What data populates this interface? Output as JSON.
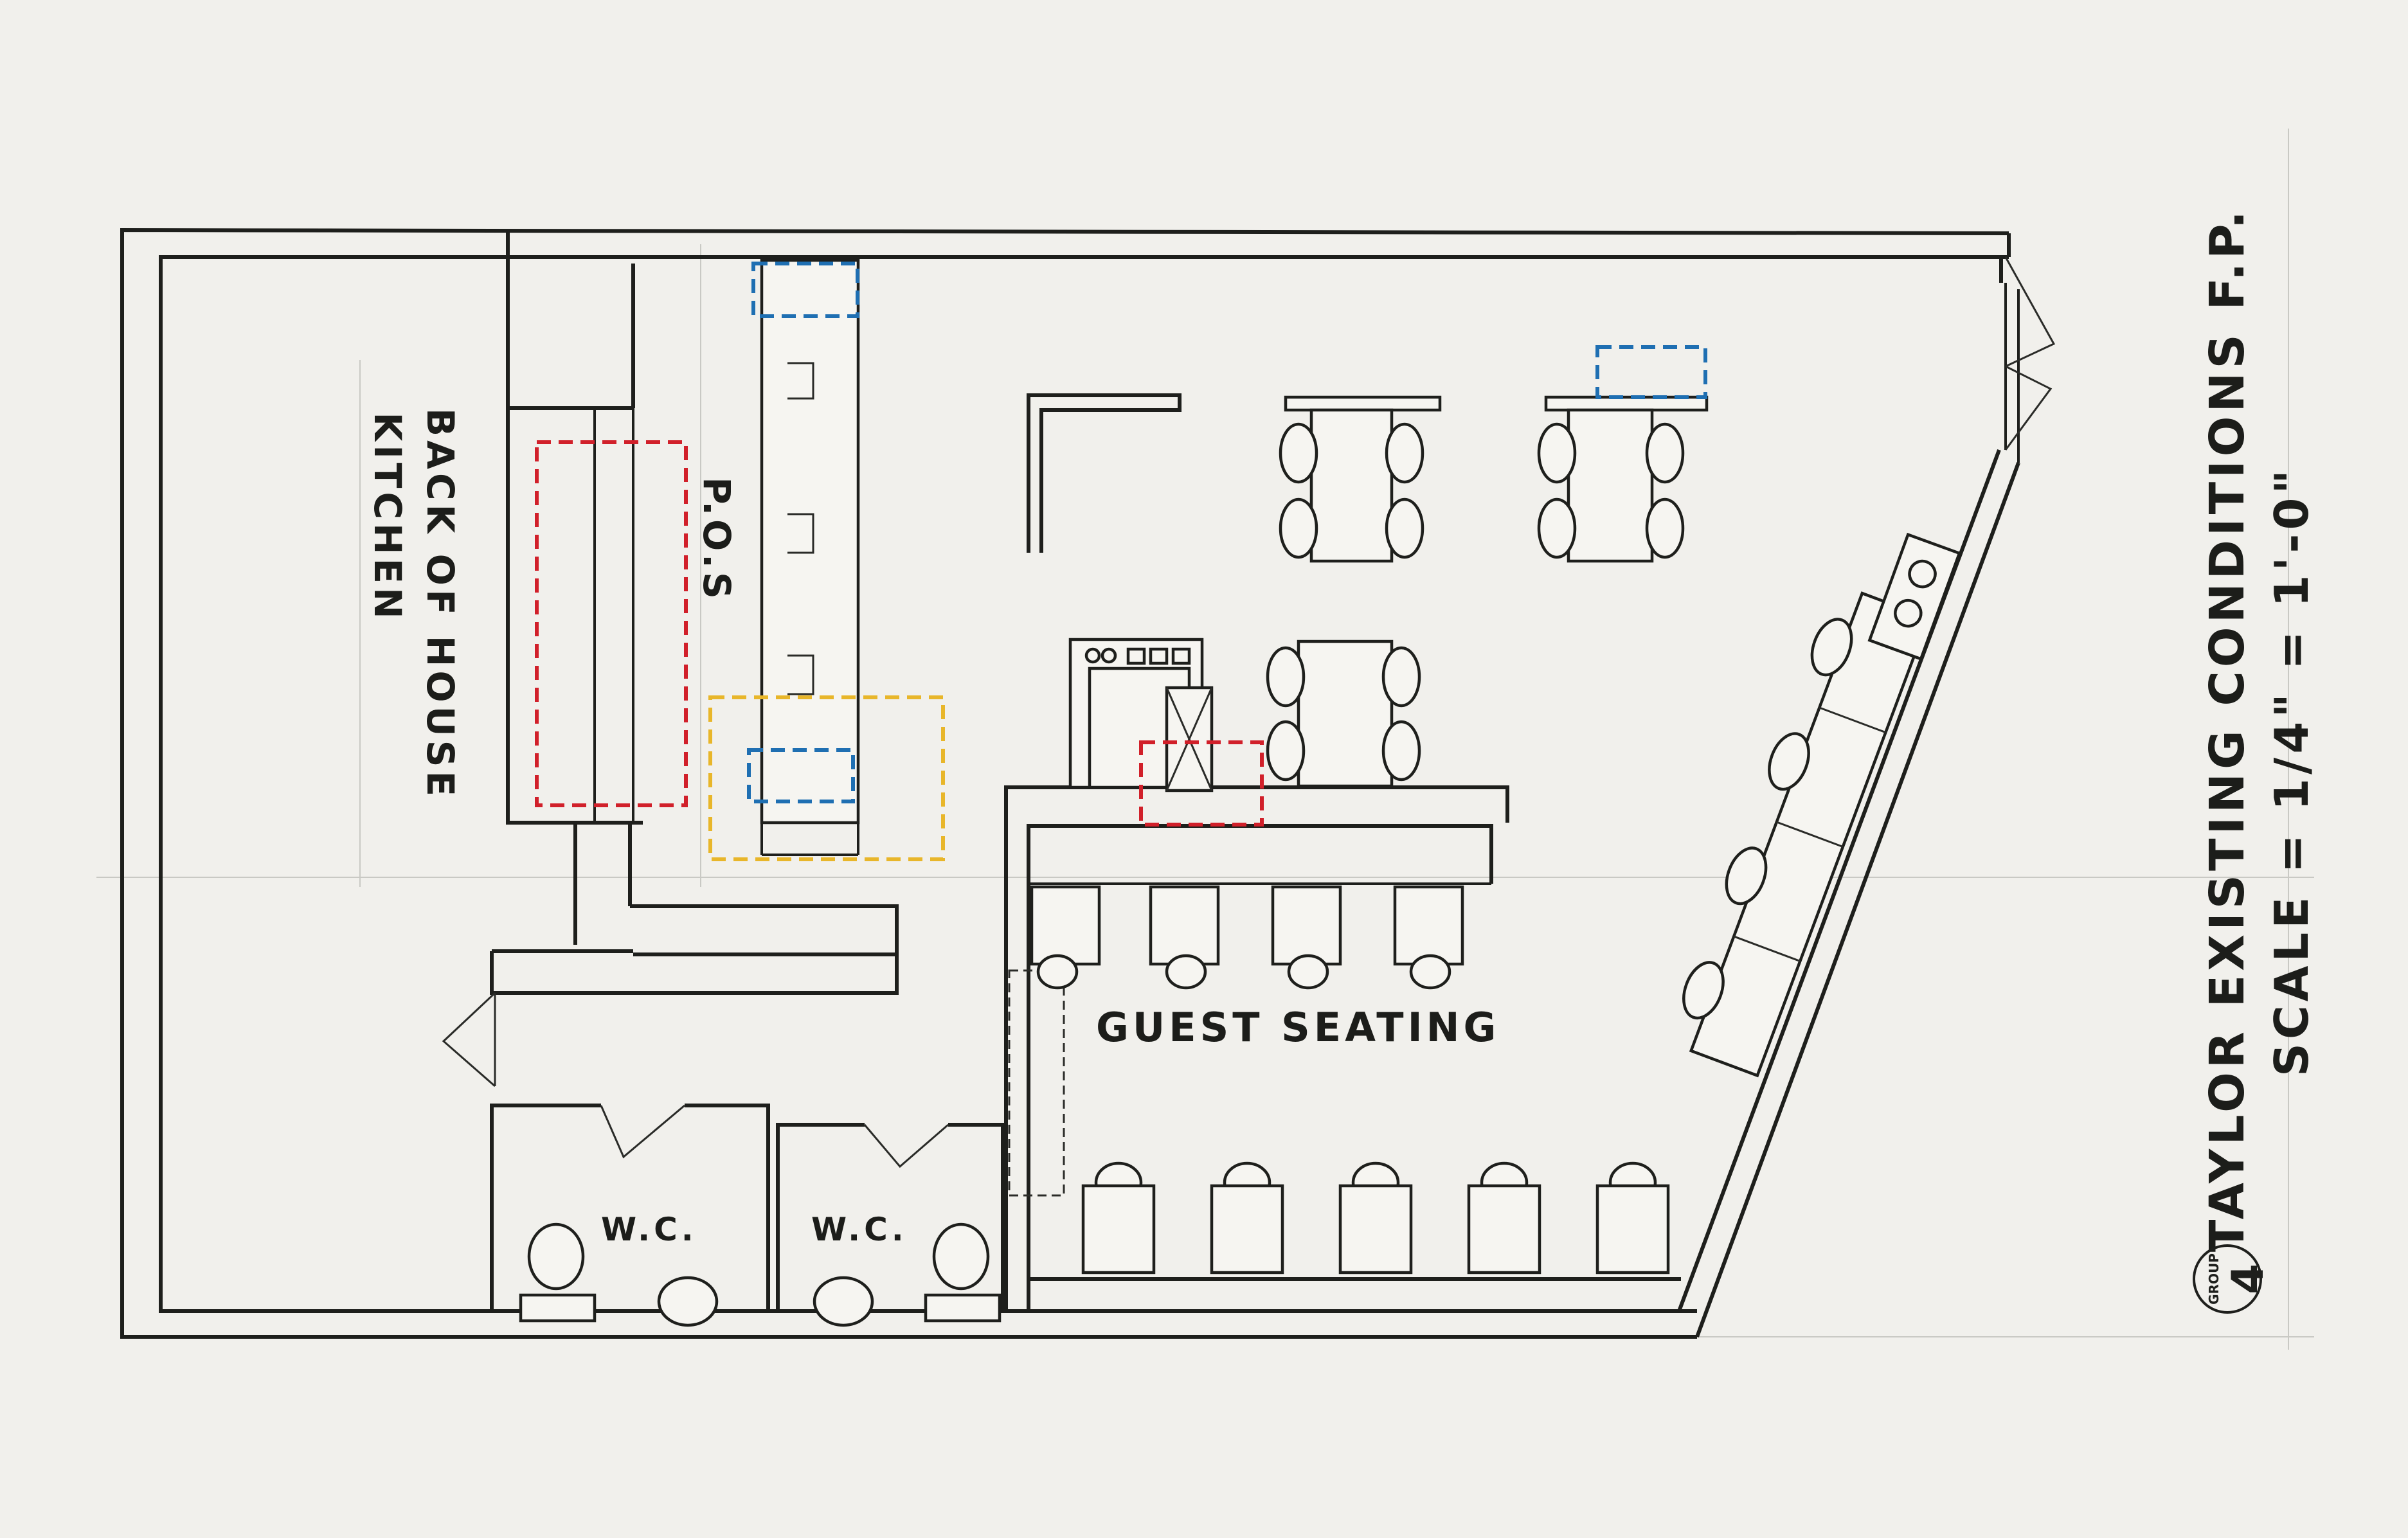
{
  "labels": {
    "back_of_house": "BACK OF HOUSE",
    "kitchen": "KITCHEN",
    "pos": "P.O.S",
    "guest_seating": "GUEST SEATING",
    "wc_left": "W.C.",
    "wc_right": "W.C.",
    "title": "TAYLOR EXISTING CONDITIONS F.P.",
    "scale": "SCALE = 1/4\" = 1'-0\"",
    "badge_group": "GROUP",
    "badge_number": "4"
  },
  "colors": {
    "ink": "#1e1f1c",
    "red_dash": "#d1202a",
    "blue_dash": "#1f6fb2",
    "yellow_dash": "#e8b62a",
    "paper": "#f1f0ec"
  }
}
